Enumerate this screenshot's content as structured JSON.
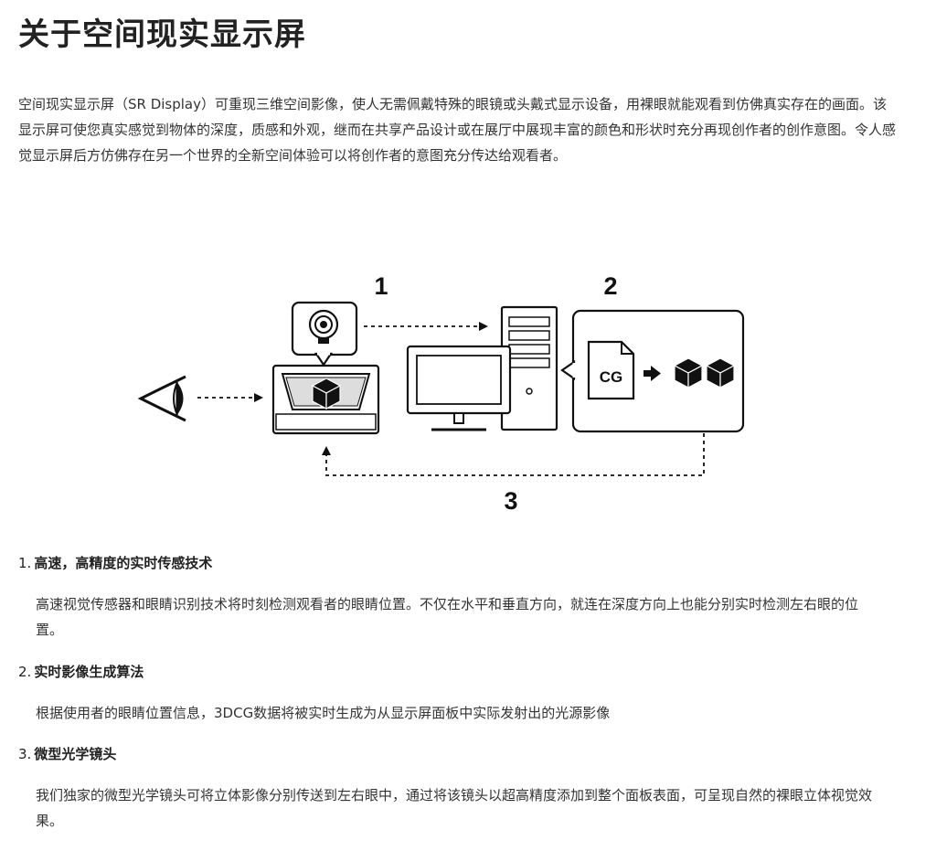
{
  "title": "关于空间现实显示屏",
  "intro": "空间现实显示屏（SR Display）可重现三维空间影像，使人无需佩戴特殊的眼镜或头戴式显示设备，用裸眼就能观看到仿佛真实存在的画面。该显示屏可使您真实感觉到物体的深度，质感和外观，继而在共享产品设计或在展厅中展现丰富的颜色和形状时充分再现创作者的创作意图。令人感觉显示屏后方仿佛存在另一个世界的全新空间体验可以将创作者的意图充分传达给观看者。",
  "diagram": {
    "step1": "1",
    "step2": "2",
    "step3": "3",
    "cg_label": "CG",
    "icons": [
      "eye-icon",
      "camera-icon",
      "display-icon",
      "cube-icon",
      "computer-icon",
      "cg-file-icon",
      "arrow-icon"
    ]
  },
  "items": [
    {
      "num": "1.",
      "heading": "高速，高精度的实时传感技术",
      "body": "高速视觉传感器和眼睛识别技术将时刻检测观看者的眼睛位置。不仅在水平和垂直方向，就连在深度方向上也能分别实时检测左右眼的位置。"
    },
    {
      "num": "2.",
      "heading": "实时影像生成算法",
      "body": "根据使用者的眼睛位置信息，3DCG数据将被实时生成为从显示屏面板中实际发射出的光源影像"
    },
    {
      "num": "3.",
      "heading": "微型光学镜头",
      "body": "我们独家的微型光学镜头可将立体影像分别传送到左右眼中，通过将该镜头以超高精度添加到整个面板表面，可呈现自然的裸眼立体视觉效果。"
    }
  ]
}
